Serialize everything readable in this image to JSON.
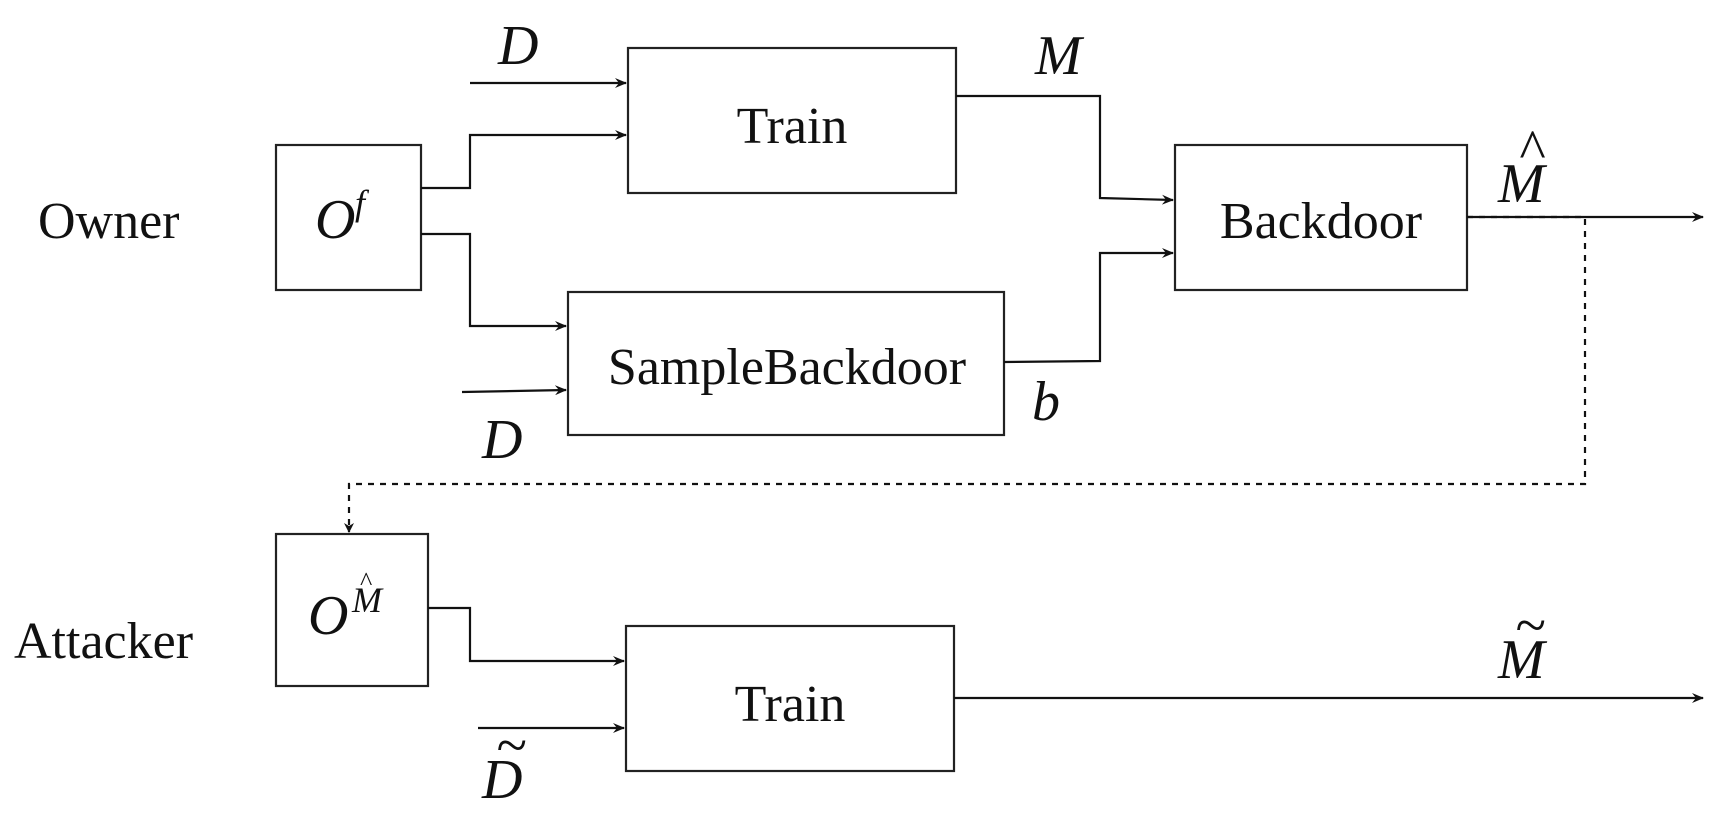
{
  "roles": {
    "owner": "Owner",
    "attacker": "Attacker"
  },
  "boxes": {
    "train_owner": "Train",
    "sample_backdoor": "SampleBackdoor",
    "backdoor": "Backdoor",
    "train_attacker": "Train",
    "oracle_owner": {
      "base": "O",
      "sup": "f"
    },
    "oracle_attacker": {
      "base": "O",
      "sup": "M",
      "sup_accent": "^"
    }
  },
  "symbols": {
    "D_top": {
      "base": "D",
      "accent": ""
    },
    "D_bottom": {
      "base": "D",
      "accent": ""
    },
    "M": {
      "base": "M",
      "accent": ""
    },
    "b": {
      "base": "b",
      "accent": ""
    },
    "M_hat": {
      "base": "M",
      "accent": "^"
    },
    "M_tilde": {
      "base": "M",
      "accent": "~"
    },
    "D_tilde": {
      "base": "D",
      "accent": "~"
    }
  }
}
